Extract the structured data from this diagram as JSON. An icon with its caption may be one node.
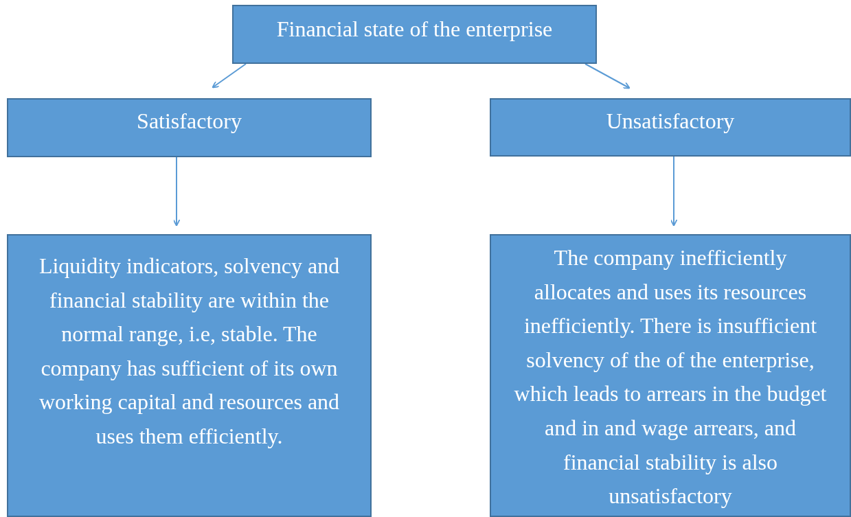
{
  "diagram": {
    "nodes": [
      {
        "text": [
          "Financial state of the enterprise"
        ]
      },
      {
        "text": [
          "Satisfactory"
        ]
      },
      {
        "text": [
          "Unsatisfactory"
        ]
      },
      {
        "text": [
          "Liquidity indicators, solvency and financial stability are within the normal range, i.e, stable. The company has sufficient of its own working capital and resources and uses them efficiently."
        ]
      },
      {
        "text": [
          "The company inefficiently allocates and uses its resources inefficiently. There is insufficient solvency of the of the enterprise, which leads to arrears in the budget and in and wage arrears, and financial stability is also unsatisfactory"
        ]
      }
    ],
    "edges": [
      {
        "from": 0,
        "to": 1,
        "arrow": "to"
      },
      {
        "from": 0,
        "to": 2,
        "arrow": "to"
      },
      {
        "from": 1,
        "to": 3,
        "arrow": "to"
      },
      {
        "from": 2,
        "to": 4,
        "arrow": "to"
      }
    ]
  }
}
